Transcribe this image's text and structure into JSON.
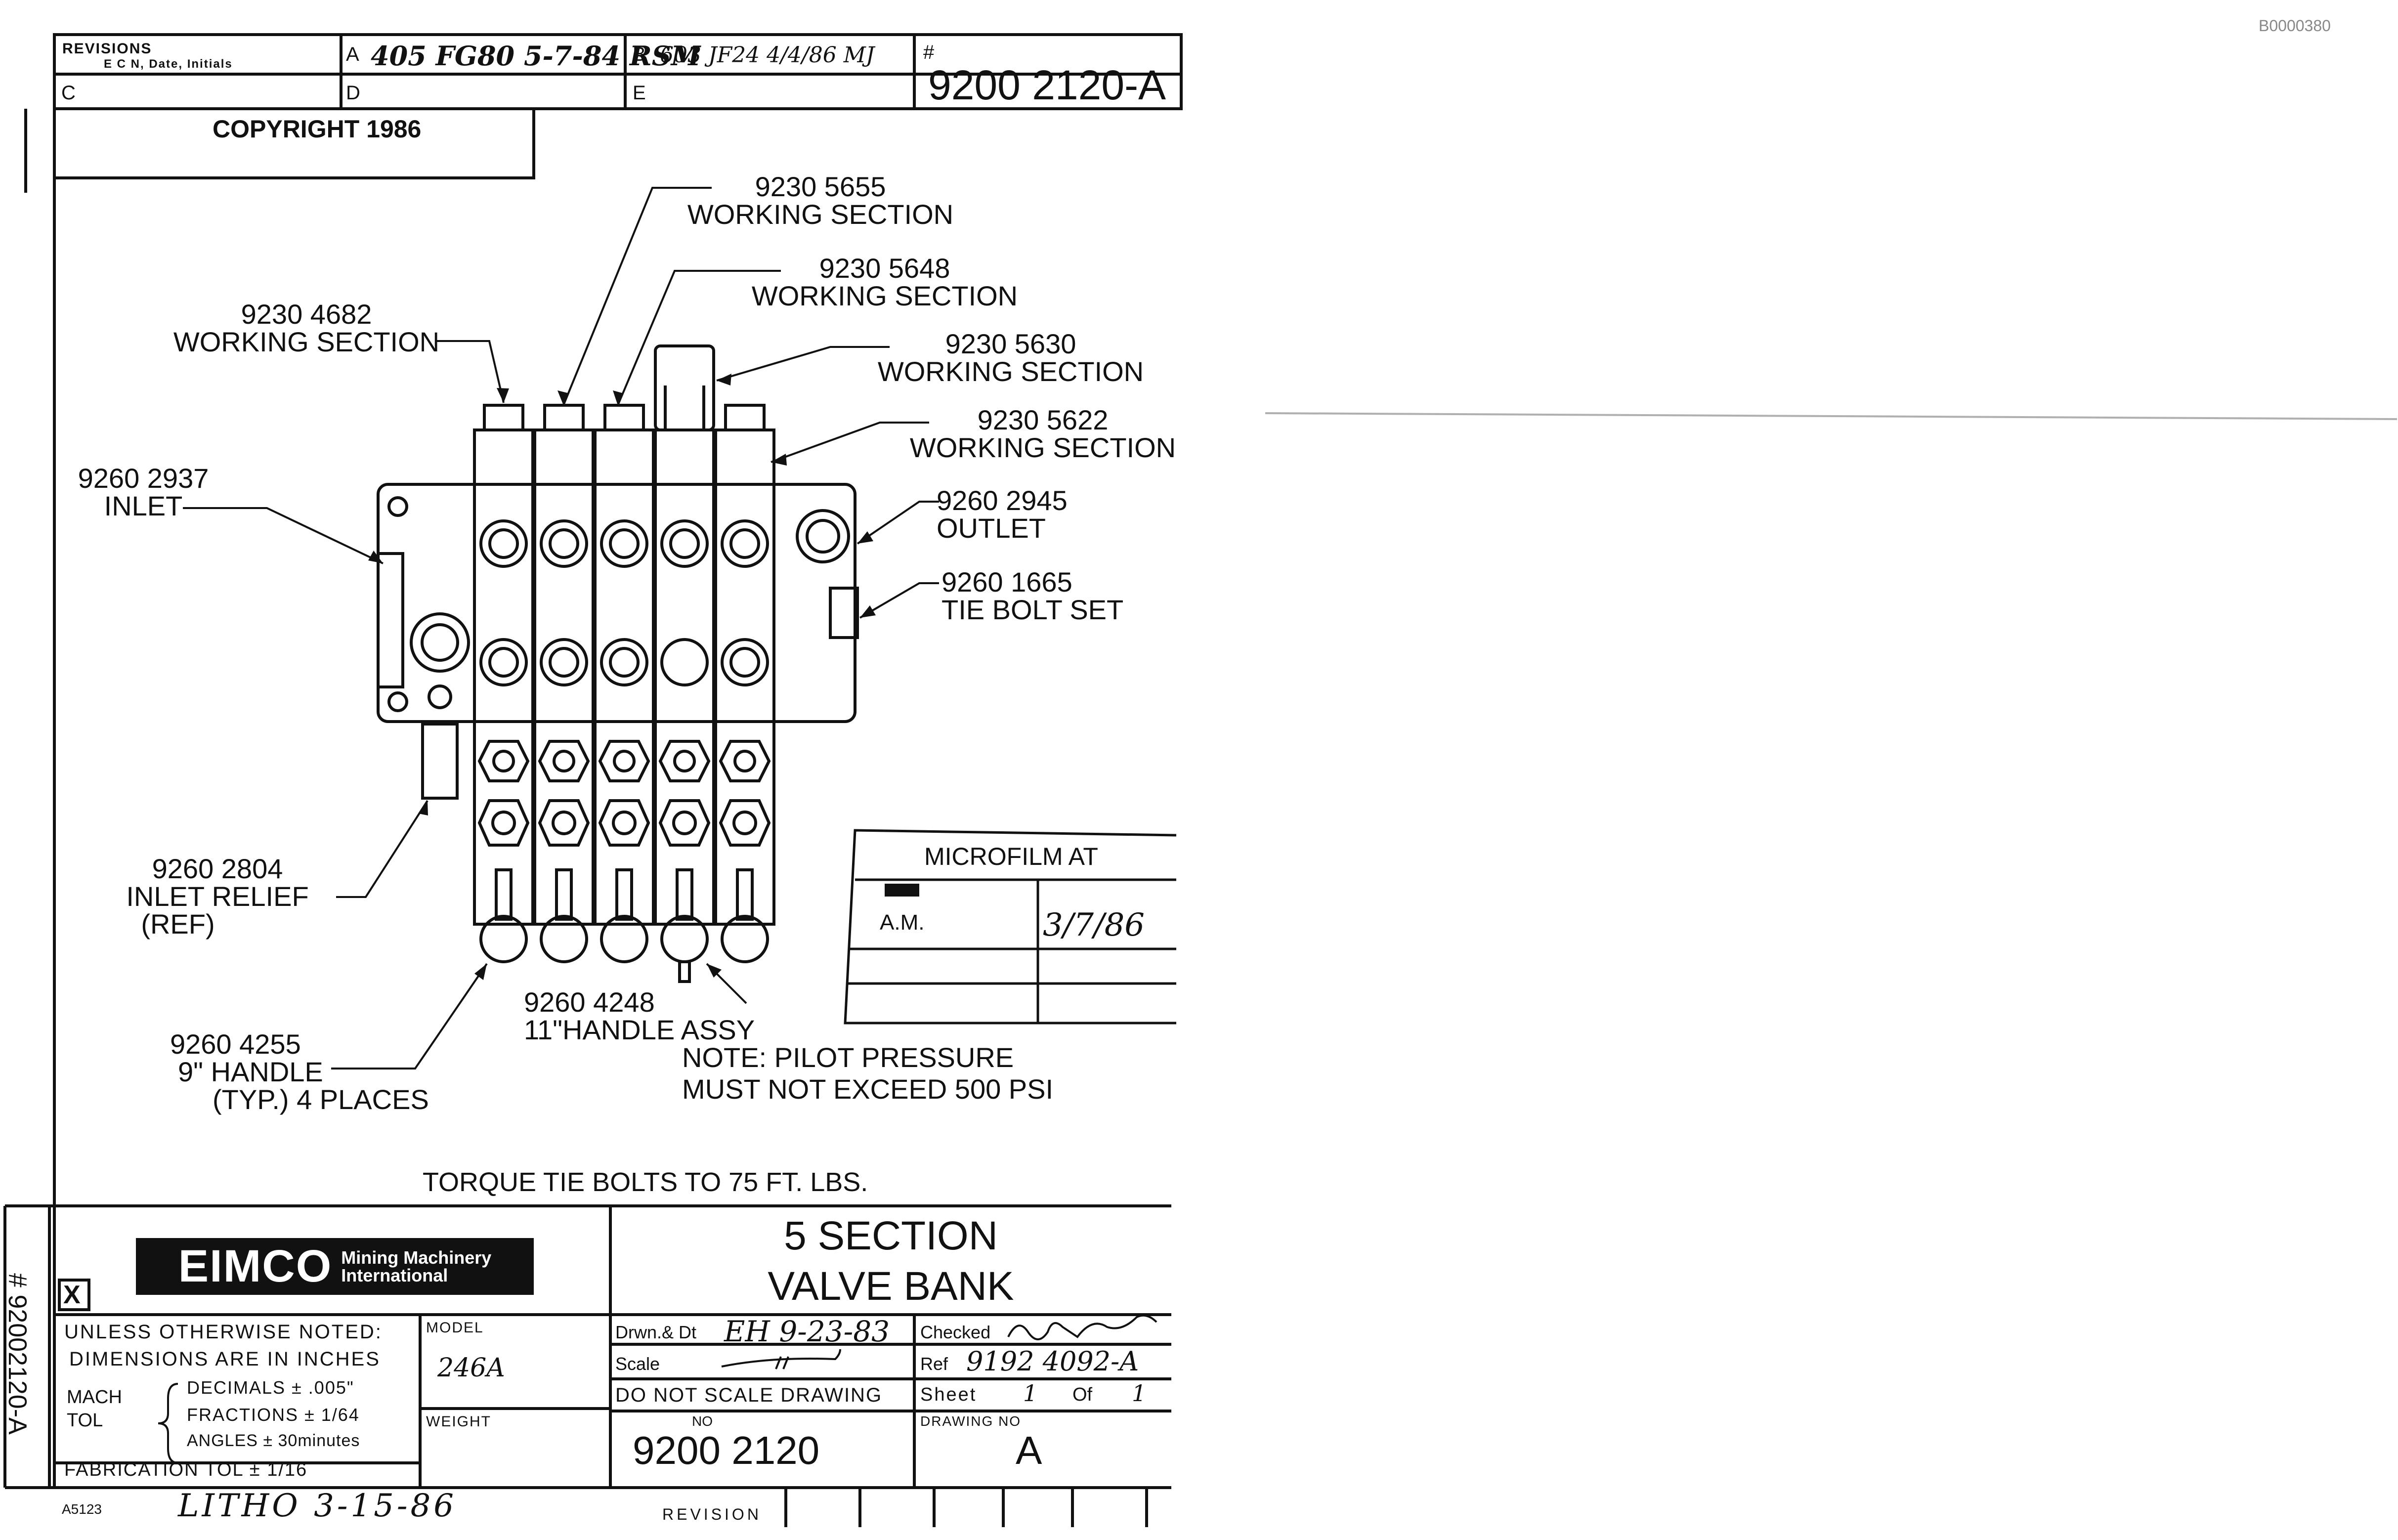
{
  "stamp_top_right": "B0000380",
  "title_block": {
    "drawing_number_header_hash": "#",
    "drawing_number_header": "9200 2120-A",
    "revisions_label": "REVISIONS",
    "revisions_sub": "E C N, Date, Initials",
    "rev_a_letter": "A",
    "rev_a_entry": "405 FG80 5-7-84 RSM",
    "rev_b_letter": "B",
    "rev_b_entry": "603 JF24 4/4/86 MJ",
    "rev_c_letter": "C",
    "rev_d_letter": "D",
    "rev_e_letter": "E",
    "copyright": "COPYRIGHT 1986",
    "company_logo": "EIMCO",
    "company_line1": "Mining Machinery",
    "company_line2": "International",
    "box_mark": "X",
    "title_line1": "5 SECTION",
    "title_line2": "VALVE BANK",
    "notes_line1": "UNLESS OTHERWISE NOTED:",
    "notes_line2": "DIMENSIONS ARE IN INCHES",
    "mach_tol": "MACH",
    "mach_tol2": "TOL",
    "decimals": "DECIMALS ± .005\"",
    "fractions": "FRACTIONS ± 1/64",
    "angles": "ANGLES ± 30minutes",
    "fabrication_tol": "FABRICATION TOL ± 1/16",
    "model_label": "MODEL",
    "model_value": "246A",
    "weight_label": "WEIGHT",
    "drawn_label": "Drwn.& Dt",
    "drawn_value": "EH 9-23-83",
    "checked_label": "Checked",
    "scale_label": "Scale",
    "ref_label": "Ref",
    "ref_value": "9192 4092-A",
    "do_not_scale": "DO NOT SCALE DRAWING",
    "sheet_label": "Sheet",
    "sheet_value": "1",
    "of_label": "Of",
    "of_value": "1",
    "no_label": "NO",
    "drawing_no_label": "DRAWING NO",
    "drawing_no_value": "9200 2120",
    "revision_value": "A",
    "revision_label": "REVISION",
    "side_number": "# 92002120-A",
    "bottom_code": "A5123",
    "bottom_hand": "LITHO 3-15-86"
  },
  "microfilm": {
    "title": "MICROFILM AT",
    "row1_label": "A.M.",
    "row1_date": "3/7/86"
  },
  "callouts": {
    "c1_num": "9230 5655",
    "c1_desc": "WORKING SECTION",
    "c2_num": "9230 5648",
    "c2_desc": "WORKING SECTION",
    "c3_num": "9230 4682",
    "c3_desc": "WORKING SECTION",
    "c4_num": "9230 5630",
    "c4_desc": "WORKING SECTION",
    "c5_num": "9230 5622",
    "c5_desc": "WORKING SECTION",
    "c6_num": "9260 2937",
    "c6_desc": "INLET",
    "c7_num": "9260 2945",
    "c7_desc": "OUTLET",
    "c8_num": "9260 1665",
    "c8_desc": "TIE BOLT SET",
    "c9_num": "9260 2804",
    "c9_desc": "INLET RELIEF",
    "c9_ref": "(REF)",
    "c10_num": "9260 4248",
    "c10_desc": "11\"HANDLE ASSY",
    "c11_num": "9260 4255",
    "c11_desc": "9\" HANDLE",
    "c11_qty": "(TYP.) 4 PLACES"
  },
  "notes": {
    "note_line1": "NOTE: PILOT PRESSURE",
    "note_line2": "MUST NOT EXCEED 500 PSI",
    "torque": "TORQUE TIE BOLTS TO 75 FT. LBS."
  }
}
